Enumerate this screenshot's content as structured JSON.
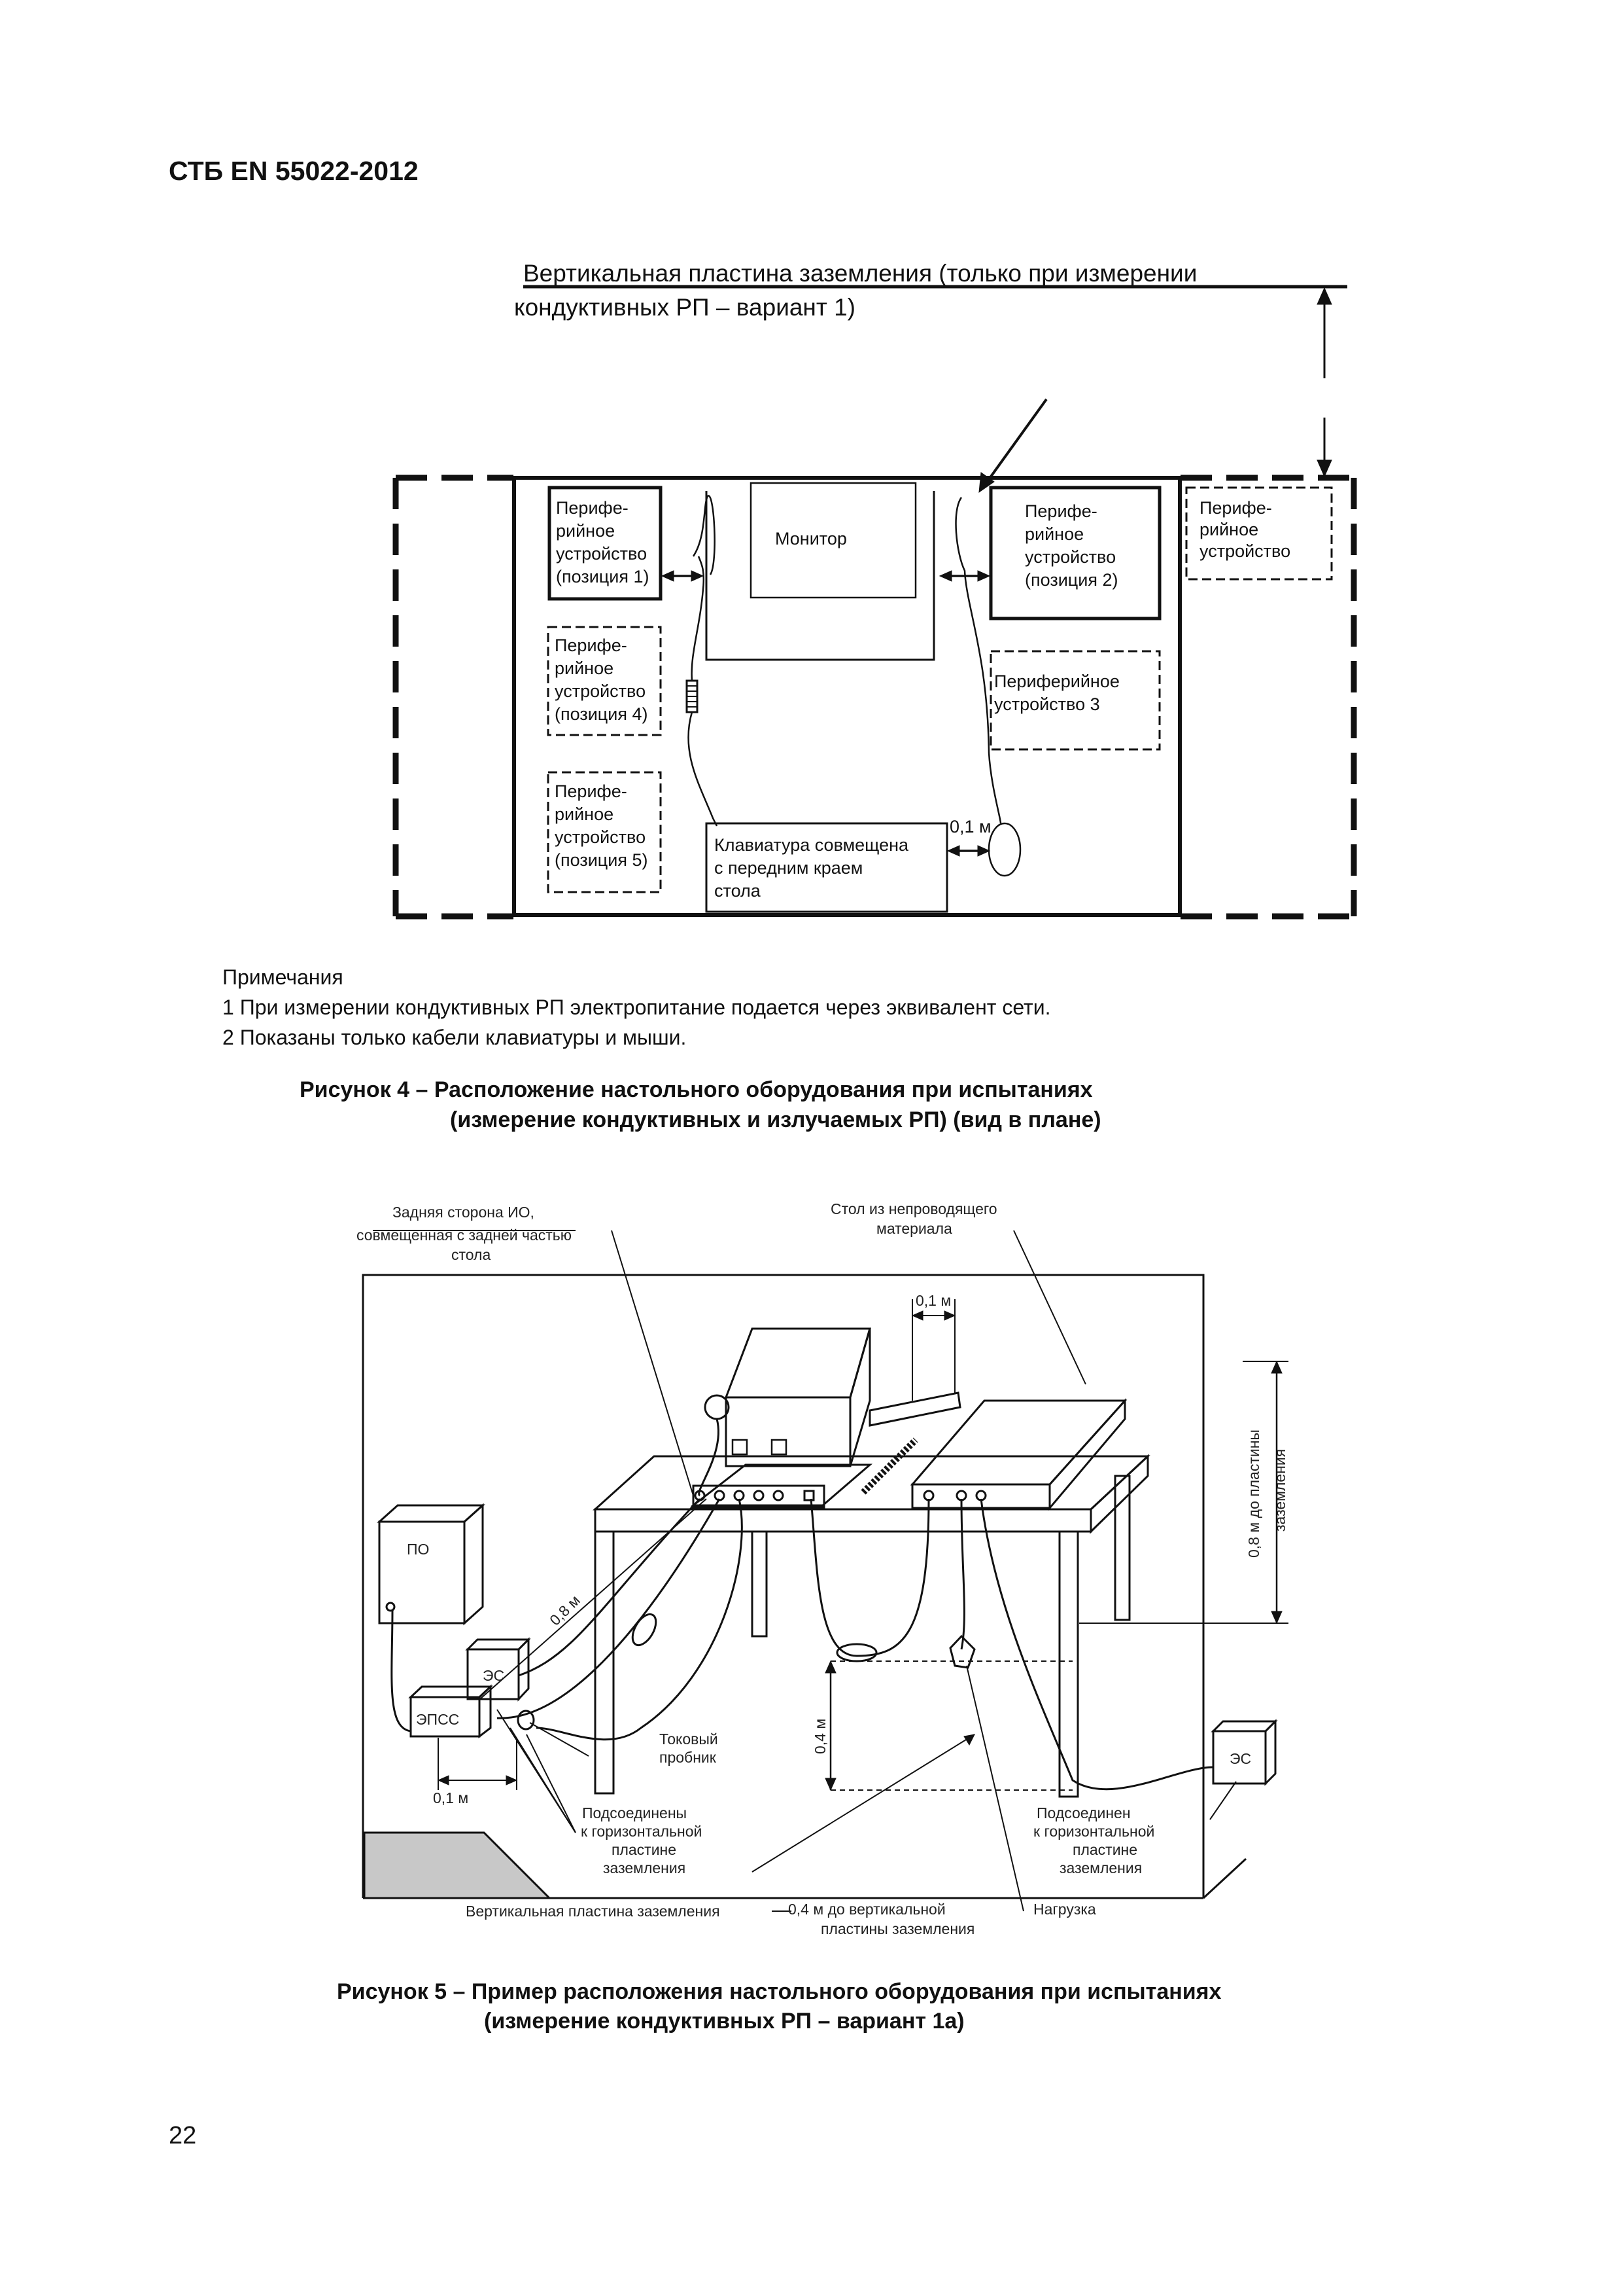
{
  "header": {
    "standard_id": "СТБ EN 55022-2012"
  },
  "figure4": {
    "vertical_plate_label_1": "Вертикальная пластина заземления (только при измерении",
    "vertical_plate_label_2": "кондуктивных РП – вариант 1)",
    "monitor": "Монитор",
    "p1": [
      "Перифе-",
      "рийное",
      "устройство",
      "(позиция 1)"
    ],
    "p2": [
      "Перифе-",
      "рийное",
      "устройство",
      "(позиция 2)"
    ],
    "p_outer": [
      "Перифе-",
      "рийное",
      "устройство"
    ],
    "p3": [
      "Периферийное",
      "устройство 3"
    ],
    "p4": [
      "Перифе-",
      "рийное",
      "устройство",
      "(позиция 4)"
    ],
    "p5": [
      "Перифе-",
      "рийное",
      "устройство",
      "(позиция 5)"
    ],
    "keyboard": [
      "Клавиатура совмещена",
      "с передним краем",
      "стола"
    ],
    "distance": "0,1 м",
    "notes_title": "Примечания",
    "note1": "1 При измерении кондуктивных РП электропитание подается через эквивалент сети.",
    "note2": "2 Показаны только кабели клавиатуры и мыши.",
    "caption_line1": "Рисунок 4 – Расположение настольного оборудования при испытаниях",
    "caption_line2": "(измерение кондуктивных и излучаемых РП) (вид в плане)"
  },
  "figure5": {
    "back_side": [
      "Задняя сторона ИО,",
      "совмещенная с задней частью",
      "стола"
    ],
    "table_label": [
      "Стол из непроводящего",
      "материала"
    ],
    "d01_top": "0,1 м",
    "d08_plate": [
      "0,8 м до пластины",
      "заземления"
    ],
    "po": "ПО",
    "es_left": "ЭС",
    "es_right": "ЭС",
    "epss": "ЭПСС",
    "d08": "0,8 м",
    "d04": "0,4 м",
    "d01_bottom": "0,1 м",
    "probe": [
      "Токовый",
      "пробник"
    ],
    "connected_many": [
      "Подсоединены",
      "к горизонтальной",
      "пластине",
      "заземления"
    ],
    "connected_one": [
      "Подсоединен",
      "к горизонтальной",
      "пластине",
      "заземления"
    ],
    "vertical_plate": "Вертикальная пластина заземления",
    "d04_vertical": [
      "0,4 м до вертикальной",
      "пластины заземления"
    ],
    "load": "Нагрузка",
    "caption_line1": "Рисунок 5 – Пример расположения настольного оборудования при испытаниях",
    "caption_line2": "(измерение кондуктивных РП – вариант 1а)"
  },
  "footer": {
    "page_number": "22"
  }
}
